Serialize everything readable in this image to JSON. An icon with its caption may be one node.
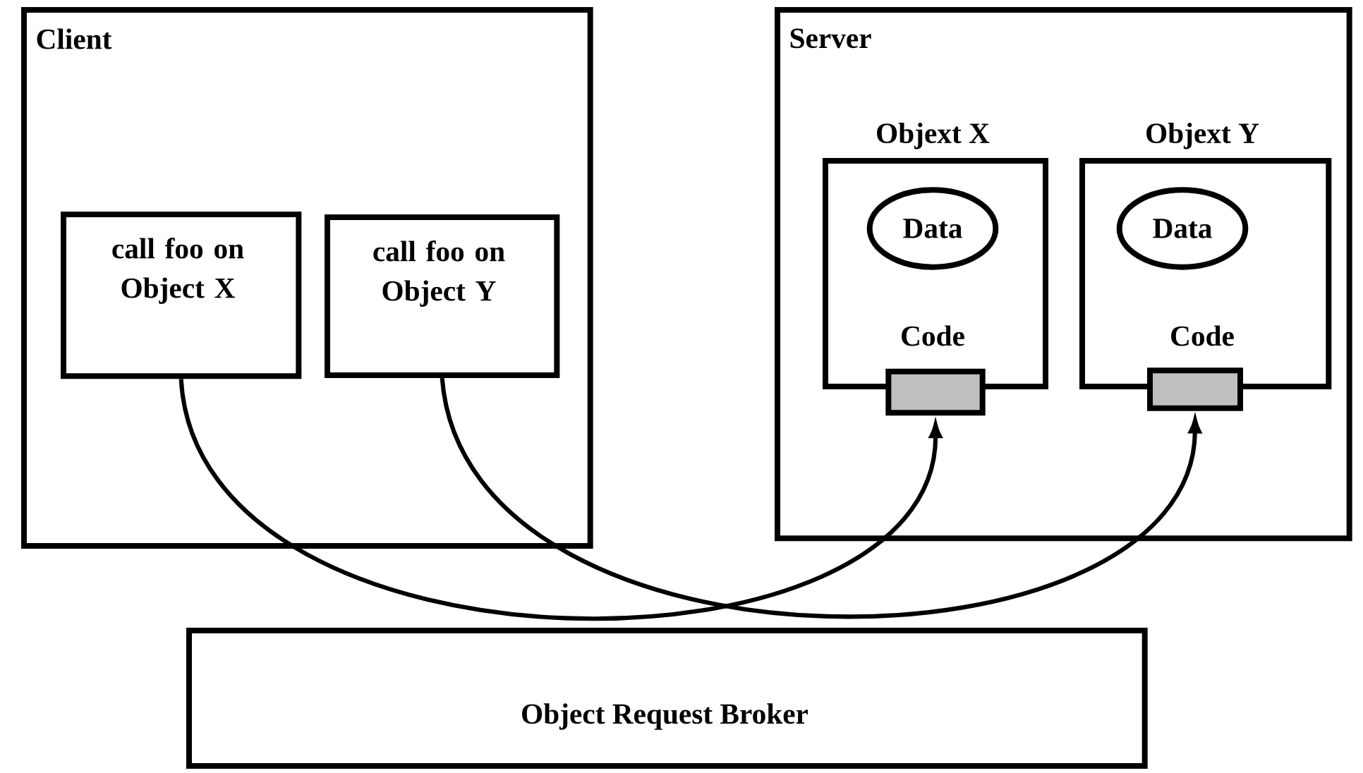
{
  "diagram": {
    "nodes": [
      {
        "text": [
          "Client"
        ]
      },
      {
        "text": [
          "call foo on Object X"
        ],
        "in": 0
      },
      {
        "text": [
          "call foo on Object Y"
        ],
        "in": 0
      },
      {
        "text": [
          "Server"
        ]
      },
      {
        "text": [
          "Objext X",
          "Code"
        ],
        "in": 3
      },
      {
        "text": [
          "Data"
        ],
        "in": 4
      },
      {
        "text": [
          "Objext Y",
          "Code"
        ],
        "in": 3
      },
      {
        "text": [
          "Data"
        ],
        "in": 6
      },
      {
        "text": [],
        "shape": "box",
        "in": 3
      },
      {
        "text": [],
        "shape": "box",
        "in": 3
      },
      {
        "text": [
          "Object Request Broker"
        ]
      }
    ],
    "edges": [
      {
        "from": 1,
        "to": 8,
        "arrow": "to"
      },
      {
        "from": 2,
        "to": 9,
        "arrow": "to"
      }
    ]
  }
}
